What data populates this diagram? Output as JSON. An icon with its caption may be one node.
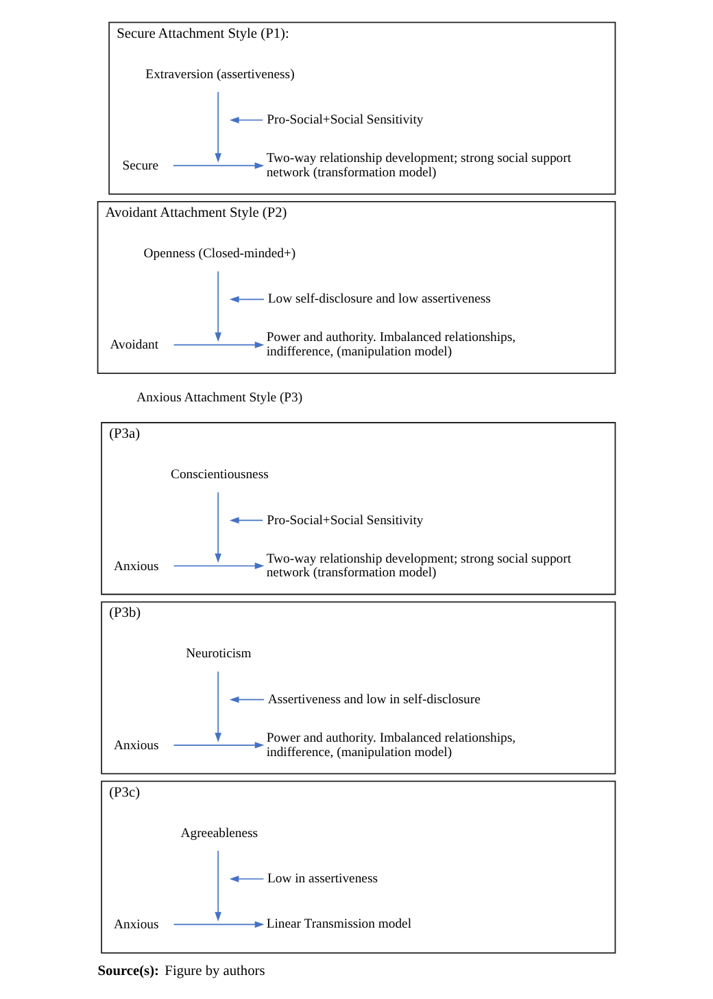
{
  "diagram": {
    "caption": "**Source(s):** Figure by authors",
    "nodes": [
      {
        "text": [
          "Secure Attachment Style (P1):"
        ]
      },
      {
        "text": [
          "Extraversion (assertiveness)"
        ],
        "in": 0
      },
      {
        "text": [
          "Pro-Social+Social Sensitivity"
        ],
        "in": 0
      },
      {
        "text": [
          "Secure"
        ],
        "in": 0
      },
      {
        "text": [
          "Two-way relationship development; strong social support network (transformation model)"
        ],
        "in": 0
      },
      {
        "text": [
          "Avoidant Attachment Style (P2)"
        ]
      },
      {
        "text": [
          "Openness (Closed-minded+)"
        ],
        "in": 5
      },
      {
        "text": [
          "Low self-disclosure and low assertiveness"
        ],
        "in": 5
      },
      {
        "text": [
          "Avoidant"
        ],
        "in": 5
      },
      {
        "text": [
          "Power and authority. Imbalanced relationships, indifference, (manipulation model)"
        ],
        "in": 5
      },
      {
        "text": [
          "(P3a)"
        ]
      },
      {
        "text": [
          "Conscientiousness"
        ],
        "in": 10
      },
      {
        "text": [
          "Pro-Social+Social Sensitivity"
        ],
        "in": 10
      },
      {
        "text": [
          "Anxious"
        ],
        "in": 10
      },
      {
        "text": [
          "Two-way relationship development; strong social support network (transformation model)"
        ],
        "in": 10
      },
      {
        "text": [
          "(P3b)"
        ]
      },
      {
        "text": [
          "Neuroticism"
        ],
        "in": 15
      },
      {
        "text": [
          "Assertiveness and low in self-disclosure"
        ],
        "in": 15
      },
      {
        "text": [
          "Anxious"
        ],
        "in": 15
      },
      {
        "text": [
          "Power and authority. Imbalanced relationships, indifference, (manipulation model)"
        ],
        "in": 15
      },
      {
        "text": [
          "(P3c)"
        ]
      },
      {
        "text": [
          "Agreeableness"
        ],
        "in": 20
      },
      {
        "text": [
          "Low in assertiveness"
        ],
        "in": 20
      },
      {
        "text": [
          "Anxious"
        ],
        "in": 20
      },
      {
        "text": [
          "Linear Transmission model"
        ],
        "in": 20
      }
    ],
    "edges": [
      {
        "from": 1,
        "to": null,
        "arrow": "to"
      },
      {
        "from": 2,
        "to": null,
        "arrow": "to"
      },
      {
        "from": 3,
        "to": 4,
        "arrow": "to"
      },
      {
        "from": 6,
        "to": null,
        "arrow": "to"
      },
      {
        "from": 7,
        "to": null,
        "arrow": "to"
      },
      {
        "from": 8,
        "to": 9,
        "arrow": "to"
      },
      {
        "from": 11,
        "to": null,
        "arrow": "to"
      },
      {
        "from": 12,
        "to": null,
        "arrow": "to"
      },
      {
        "from": 13,
        "to": 14,
        "arrow": "to"
      },
      {
        "from": 16,
        "to": null,
        "arrow": "to"
      },
      {
        "from": 17,
        "to": null,
        "arrow": "to"
      },
      {
        "from": 18,
        "to": 19,
        "arrow": "to"
      },
      {
        "from": 21,
        "to": null,
        "arrow": "to"
      },
      {
        "from": 22,
        "to": null,
        "arrow": "to"
      },
      {
        "from": 23,
        "to": 24,
        "arrow": "to"
      }
    ],
    "labels": [
      "Anxious Attachment Style (P3)"
    ]
  }
}
